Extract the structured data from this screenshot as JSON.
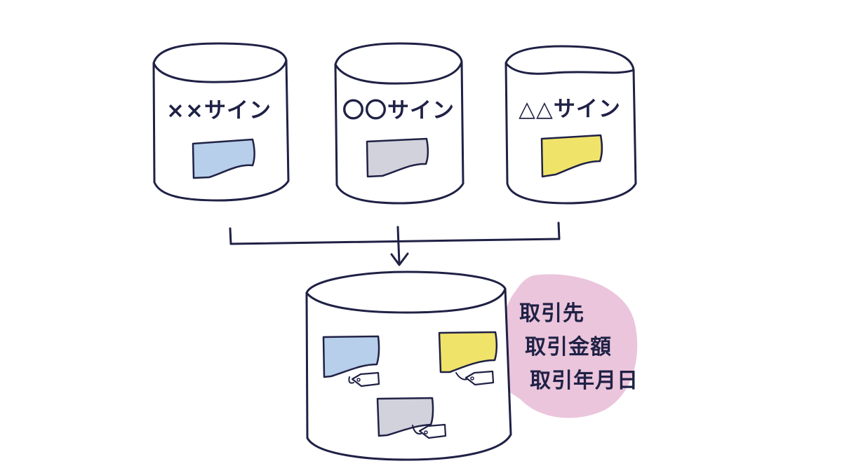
{
  "diagram": {
    "sources": [
      {
        "label": "××サイン",
        "doc_color": "#b7cfea"
      },
      {
        "label": "〇〇サイン",
        "doc_color": "#d2d2dc"
      },
      {
        "label": "△△サイン",
        "doc_color": "#f0e36a"
      }
    ],
    "target": {
      "doc_colors": [
        "#b7cfea",
        "#f0e36a",
        "#d2d2dc"
      ]
    },
    "bubble": {
      "lines": [
        "取引先",
        "取引金額",
        "取引年月日"
      ],
      "color": "#ebc5dc"
    },
    "ink_color": "#1f2145"
  }
}
